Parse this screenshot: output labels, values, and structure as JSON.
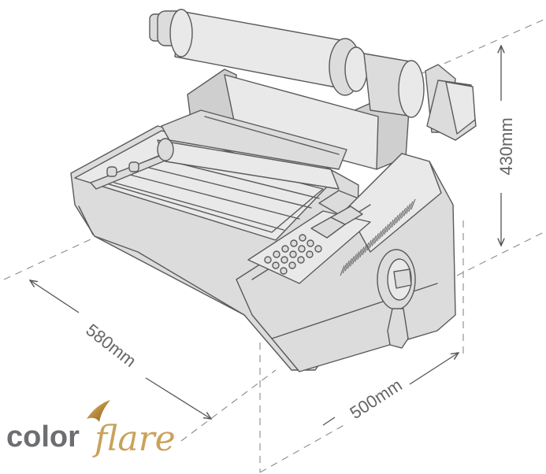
{
  "dimensions": {
    "height": "430mm",
    "depth": "580mm",
    "width": "500mm"
  },
  "logo": {
    "part1": "color",
    "part2": "flare",
    "accent_color": "#c9a25a",
    "text_color": "#6d6e71"
  }
}
